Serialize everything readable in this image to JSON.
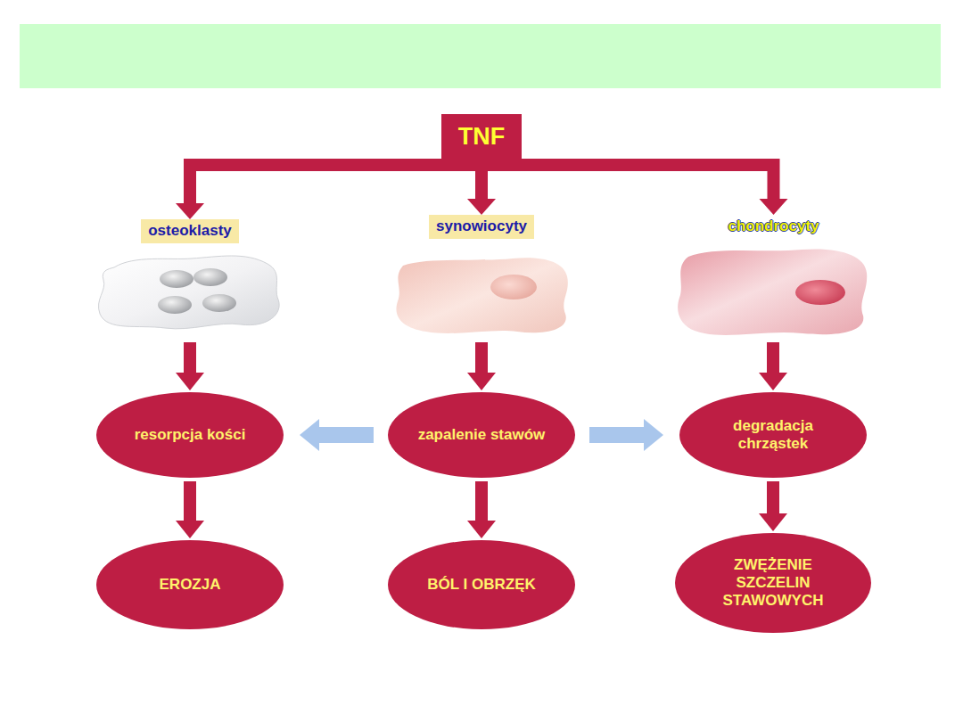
{
  "diagram": {
    "nodes": [
      {
        "text": [
          "TNF"
        ]
      },
      {
        "text": [
          "osteoklasty"
        ]
      },
      {
        "text": [
          "synowiocyty"
        ]
      },
      {
        "text": [
          "chondrocyty"
        ]
      },
      {
        "text": [
          "resorpcja kości"
        ]
      },
      {
        "text": [
          "zapalenie stawów"
        ]
      },
      {
        "text": [
          "degradacja chrząstek"
        ]
      },
      {
        "text": [
          "EROZJA"
        ]
      },
      {
        "text": [
          "BÓL I OBRZĘK"
        ]
      },
      {
        "text": [
          "ZWĘŻENIE SZCZELIN STAWOWYCH"
        ]
      }
    ],
    "edges": [
      {
        "from": 0,
        "to": 1,
        "arrow": "to"
      },
      {
        "from": 0,
        "to": 2,
        "arrow": "to"
      },
      {
        "from": 0,
        "to": 3,
        "arrow": "to"
      },
      {
        "from": 1,
        "to": 4,
        "arrow": "to"
      },
      {
        "from": 2,
        "to": 5,
        "arrow": "to"
      },
      {
        "from": 3,
        "to": 6,
        "arrow": "to"
      },
      {
        "from": 5,
        "to": 4,
        "arrow": "to"
      },
      {
        "from": 5,
        "to": 6,
        "arrow": "to"
      },
      {
        "from": 4,
        "to": 7,
        "arrow": "to"
      },
      {
        "from": 5,
        "to": 8,
        "arrow": "to"
      },
      {
        "from": 6,
        "to": 9,
        "arrow": "to"
      }
    ]
  }
}
